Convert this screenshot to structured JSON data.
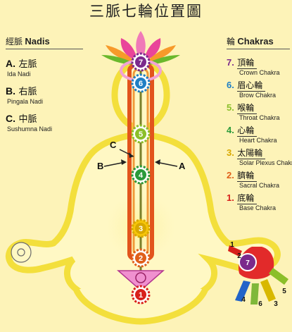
{
  "title": "三脈七輪位置圖",
  "nadis": {
    "heading_cn": "經脈",
    "heading_en": "Nadis",
    "items": [
      {
        "letter": "A.",
        "cn": "左脈",
        "en": "Ida Nadi"
      },
      {
        "letter": "B.",
        "cn": "右脈",
        "en": "Pingala Nadi"
      },
      {
        "letter": "C.",
        "cn": "中脈",
        "en": "Sushumna Nadi"
      }
    ]
  },
  "chakras": {
    "heading_cn": "輪",
    "heading_en": "Chakras",
    "items": [
      {
        "num": "7.",
        "cn": "頂輪",
        "en": "Crown Chakra",
        "color": "#7b2a8c"
      },
      {
        "num": "6.",
        "cn": "眉心輪",
        "en": "Brow Chakra",
        "color": "#1f7fc4"
      },
      {
        "num": "5.",
        "cn": "喉輪",
        "en": "Throat Chakra",
        "color": "#8bbf2a"
      },
      {
        "num": "4.",
        "cn": "心輪",
        "en": "Heart Chakra",
        "color": "#2a9a3a"
      },
      {
        "num": "3.",
        "cn": "太陽輪",
        "en": "Solar Plexus Chakra",
        "color": "#d8a800"
      },
      {
        "num": "2.",
        "cn": "臍輪",
        "en": "Sacral Chakra",
        "color": "#e0601a"
      },
      {
        "num": "1.",
        "cn": "底輪",
        "en": "Base Chakra",
        "color": "#d8201a"
      }
    ]
  },
  "diagram": {
    "channel_labels": {
      "a": "A",
      "b": "B",
      "c": "C"
    },
    "body_chakra_numbers": [
      "7",
      "6",
      "5",
      "4",
      "3",
      "2",
      "1"
    ],
    "hand_numbers": [
      "1",
      "2",
      "3",
      "4",
      "5",
      "6",
      "7"
    ]
  }
}
